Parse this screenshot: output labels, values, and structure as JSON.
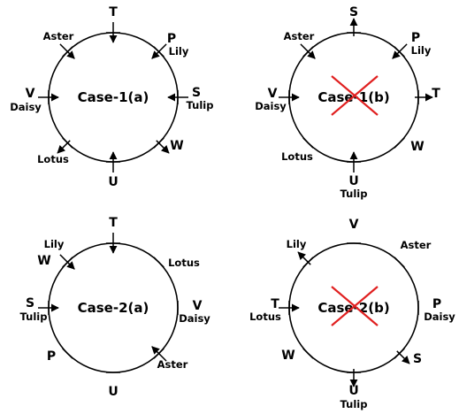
{
  "diagrams": [
    {
      "title": "Case-1(a)",
      "crossed": false,
      "seats": [
        {
          "pos": "N",
          "letter": "T",
          "flower": "",
          "facing": "in"
        },
        {
          "pos": "NE",
          "letter": "P",
          "flower": "Lily",
          "facing": "in"
        },
        {
          "pos": "E",
          "letter": "S",
          "flower": "Tulip",
          "facing": "in"
        },
        {
          "pos": "SE",
          "letter": "W",
          "flower": "",
          "facing": "out"
        },
        {
          "pos": "S",
          "letter": "U",
          "flower": "",
          "facing": "in"
        },
        {
          "pos": "SW",
          "letter": "",
          "flower": "Lotus",
          "facing": "out"
        },
        {
          "pos": "W",
          "letter": "V",
          "flower": "Daisy",
          "facing": "in"
        },
        {
          "pos": "NW",
          "letter": "",
          "flower": "Aster",
          "facing": "in"
        }
      ]
    },
    {
      "title": "Case-1(b)",
      "crossed": true,
      "seats": [
        {
          "pos": "N",
          "letter": "S",
          "flower": "",
          "facing": "out"
        },
        {
          "pos": "NE",
          "letter": "P",
          "flower": "Lily",
          "facing": "in"
        },
        {
          "pos": "E",
          "letter": "T",
          "flower": "",
          "facing": "out"
        },
        {
          "pos": "SE",
          "letter": "W",
          "flower": "",
          "facing": "none"
        },
        {
          "pos": "S",
          "letter": "U",
          "flower": "Tulip",
          "facing": "in"
        },
        {
          "pos": "SW",
          "letter": "",
          "flower": "Lotus",
          "facing": "none"
        },
        {
          "pos": "W",
          "letter": "V",
          "flower": "Daisy",
          "facing": "in"
        },
        {
          "pos": "NW",
          "letter": "",
          "flower": "Aster",
          "facing": "in"
        }
      ]
    },
    {
      "title": "Case-2(a)",
      "crossed": false,
      "seats": [
        {
          "pos": "N",
          "letter": "T",
          "flower": "",
          "facing": "in"
        },
        {
          "pos": "NE",
          "letter": "",
          "flower": "Lotus",
          "facing": "none"
        },
        {
          "pos": "E",
          "letter": "V",
          "flower": "Daisy",
          "facing": "none"
        },
        {
          "pos": "SE",
          "letter": "",
          "flower": "Aster",
          "facing": "in"
        },
        {
          "pos": "S",
          "letter": "U",
          "flower": "",
          "facing": "none"
        },
        {
          "pos": "SW",
          "letter": "P",
          "flower": "",
          "facing": "none"
        },
        {
          "pos": "W",
          "letter": "S",
          "flower": "Tulip",
          "facing": "in"
        },
        {
          "pos": "NW",
          "letter": "W",
          "flower": "Lily",
          "facing": "in"
        }
      ]
    },
    {
      "title": "Case-2(b)",
      "crossed": true,
      "seats": [
        {
          "pos": "N",
          "letter": "V",
          "flower": "",
          "facing": "none"
        },
        {
          "pos": "NE",
          "letter": "",
          "flower": "Aster",
          "facing": "none"
        },
        {
          "pos": "E",
          "letter": "P",
          "flower": "Daisy",
          "facing": "none"
        },
        {
          "pos": "SE",
          "letter": "S",
          "flower": "",
          "facing": "out"
        },
        {
          "pos": "S",
          "letter": "U",
          "flower": "Tulip",
          "facing": "out"
        },
        {
          "pos": "SW",
          "letter": "W",
          "flower": "",
          "facing": "none"
        },
        {
          "pos": "W",
          "letter": "T",
          "flower": "Lotus",
          "facing": "in"
        },
        {
          "pos": "NW",
          "letter": "",
          "flower": "Lily",
          "facing": "out"
        }
      ]
    }
  ]
}
